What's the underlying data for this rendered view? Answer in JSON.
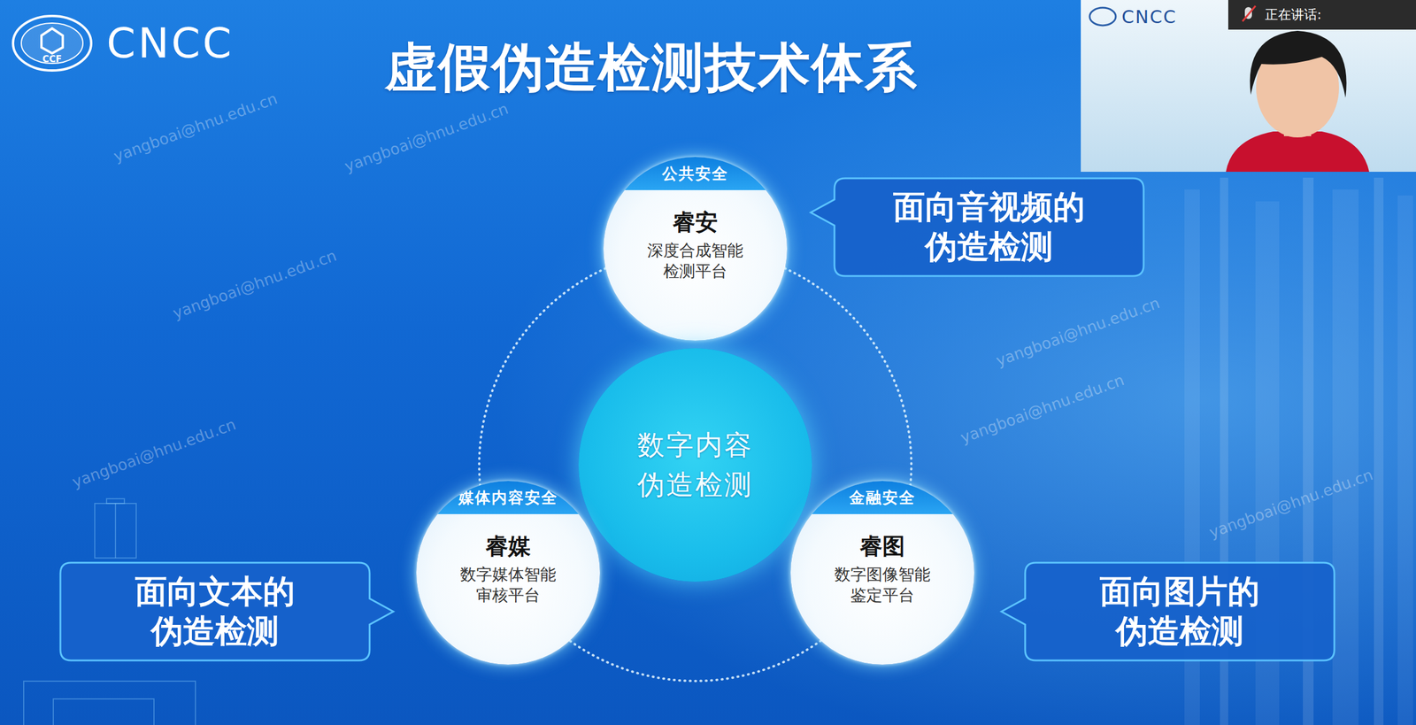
{
  "diagram": {
    "title": "虚假伪造检测技术体系",
    "nodes": [
      {
        "text": [
          "公共安全",
          "睿安",
          "深度合成智能 检测平台"
        ]
      },
      {
        "text": [
          "面向音视频的 伪造检测"
        ]
      },
      {
        "text": [
          "数字内容 伪造检测"
        ]
      },
      {
        "text": [
          "媒体内容安全",
          "睿媒",
          "数字媒体智能 审核平台"
        ]
      },
      {
        "text": [
          "面向文本的 伪造检测"
        ]
      },
      {
        "text": [
          "金融安全",
          "睿图",
          "数字图像智能 鉴定平台"
        ]
      },
      {
        "text": [
          "面向图片的 伪造检测"
        ]
      }
    ],
    "edges": [
      {
        "from": 0,
        "to": 5,
        "arrow": "none"
      },
      {
        "from": 5,
        "to": 3,
        "arrow": "none"
      },
      {
        "from": 3,
        "to": 0,
        "arrow": "none"
      }
    ],
    "labels": [
      "CCF",
      "CNCC",
      "CNCC",
      "正在讲话:",
      "yangboai@hnu.edu.cn",
      "yangboai@hnu.edu.cn",
      "yangboai@hnu.edu.cn",
      "yangboai@hnu.edu.cn",
      "yangboai@hnu.edu.cn",
      "yangboai@hnu.edu.cn",
      "yangboai@hnu.edu.cn"
    ]
  }
}
